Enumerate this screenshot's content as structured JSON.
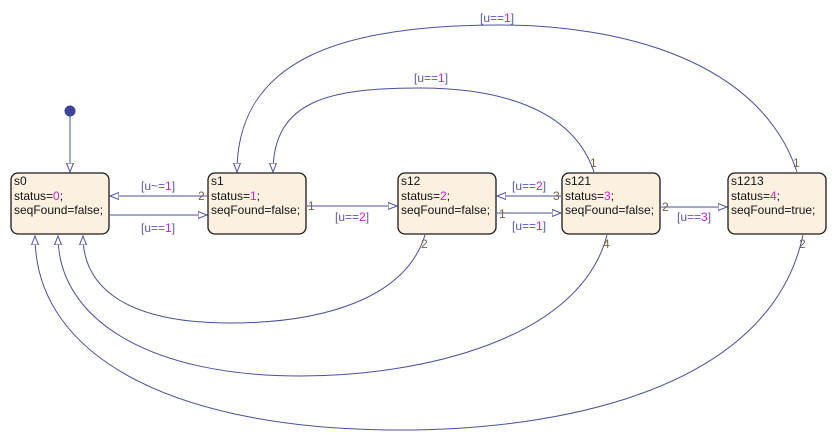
{
  "states": [
    {
      "name": "s0",
      "status_prefix": "status=",
      "status_value": "0",
      "status_suffix": ";",
      "seq": "seqFound=false;"
    },
    {
      "name": "s1",
      "status_prefix": "status=",
      "status_value": "1",
      "status_suffix": ";",
      "seq": "seqFound=false;"
    },
    {
      "name": "s12",
      "status_prefix": "status=",
      "status_value": "2",
      "status_suffix": ";",
      "seq": "seqFound=false;"
    },
    {
      "name": "s121",
      "status_prefix": "status=",
      "status_value": "3",
      "status_suffix": ";",
      "seq": "seqFound=false;"
    },
    {
      "name": "s1213",
      "status_prefix": "status=",
      "status_value": "4",
      "status_suffix": ";",
      "seq": "seqFound=true;"
    }
  ],
  "transitions": [
    {
      "from": "s1",
      "to": "s0",
      "cond_pre": "[u~=",
      "cond_val": "1",
      "cond_post": "]",
      "order": "2"
    },
    {
      "from": "s0",
      "to": "s1",
      "cond_pre": "[u==",
      "cond_val": "1",
      "cond_post": "]",
      "order": ""
    },
    {
      "from": "s1",
      "to": "s12",
      "cond_pre": "[u==",
      "cond_val": "2",
      "cond_post": "]",
      "order": "1"
    },
    {
      "from": "s121",
      "to": "s12",
      "cond_pre": "[u==",
      "cond_val": "2",
      "cond_post": "]",
      "order": "3"
    },
    {
      "from": "s12",
      "to": "s121",
      "cond_pre": "[u==",
      "cond_val": "1",
      "cond_post": "]",
      "order": "1"
    },
    {
      "from": "s121",
      "to": "s1213",
      "cond_pre": "[u==",
      "cond_val": "3",
      "cond_post": "]",
      "order": "2"
    },
    {
      "from": "s121",
      "to": "s1",
      "cond_pre": "[u==",
      "cond_val": "1",
      "cond_post": "]",
      "order": "1"
    },
    {
      "from": "s1213",
      "to": "s1",
      "cond_pre": "[u==",
      "cond_val": "1",
      "cond_post": "]",
      "order": "1"
    },
    {
      "from": "s12",
      "to": "s0",
      "order": "2"
    },
    {
      "from": "s121",
      "to": "s0",
      "order": "4"
    },
    {
      "from": "s1213",
      "to": "s0",
      "order": "2"
    }
  ],
  "colors": {
    "state_fill": "#fcf1e0",
    "edge": "#4a4f9a",
    "value": "#cc22cc",
    "order": "#7a6040"
  }
}
